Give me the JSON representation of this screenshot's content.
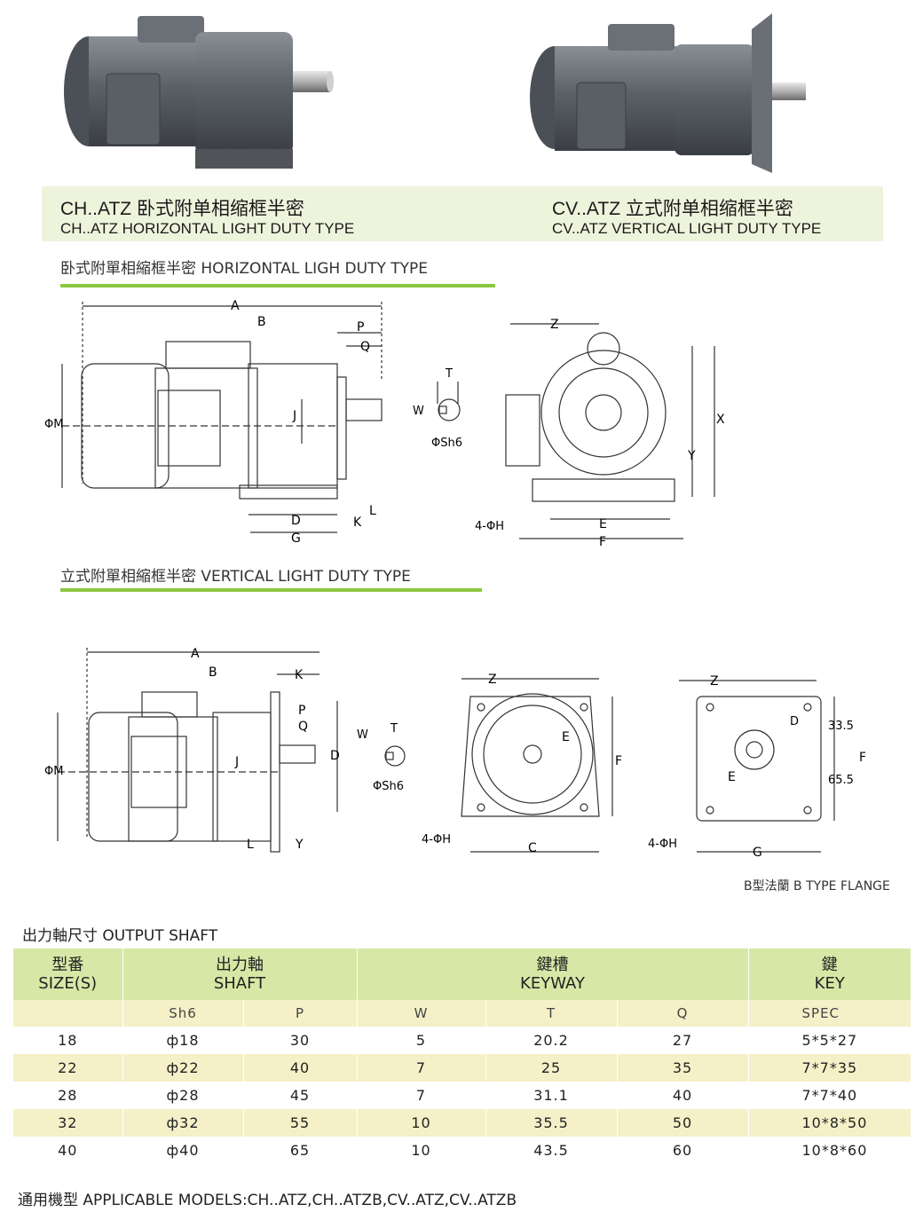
{
  "captions": {
    "horizontal": {
      "line1": "CH..ATZ 卧式附单相缩框半密",
      "line2": "CH..ATZ HORIZONTAL LIGHT DUTY TYPE"
    },
    "vertical": {
      "line1": "CV..ATZ 立式附单相缩框半密",
      "line2": "CV..ATZ VERTICAL LIGHT DUTY TYPE"
    }
  },
  "sections": {
    "horizontal_title": "卧式附單相縮框半密 HORIZONTAL LIGH DUTY TYPE",
    "vertical_title": "立式附單相縮框半密 VERTICAL LIGHT DUTY TYPE"
  },
  "dim_labels": {
    "A": "A",
    "B": "B",
    "P": "P",
    "Q": "Q",
    "M": "ΦM",
    "J": "J",
    "D": "D",
    "G": "G",
    "K": "K",
    "L": "L",
    "T": "T",
    "W": "W",
    "Sh6": "ΦSh6",
    "Z": "Z",
    "X": "X",
    "Y": "Y",
    "E": "E",
    "F": "F",
    "H": "4-ΦH",
    "C": "C",
    "v335": "33.5",
    "v655": "65.5"
  },
  "flange_note": "B型法蘭 B TYPE FLANGE",
  "table": {
    "title": "出力軸尺寸 OUTPUT SHAFT",
    "headers": {
      "size": {
        "zh": "型番",
        "en": "SIZE(S)"
      },
      "shaft": {
        "zh": "出力軸",
        "en": "SHAFT"
      },
      "keyway": {
        "zh": "鍵槽",
        "en": "KEYWAY"
      },
      "key": {
        "zh": "鍵",
        "en": "KEY"
      }
    },
    "subheaders": [
      "",
      "Sh6",
      "P",
      "W",
      "T",
      "Q",
      "SPEC"
    ],
    "rows": [
      [
        "18",
        "ф18",
        "30",
        "5",
        "20.2",
        "27",
        "5*5*27"
      ],
      [
        "22",
        "ф22",
        "40",
        "7",
        "25",
        "35",
        "7*7*35"
      ],
      [
        "28",
        "ф28",
        "45",
        "7",
        "31.1",
        "40",
        "7*7*40"
      ],
      [
        "32",
        "ф32",
        "55",
        "10",
        "35.5",
        "50",
        "10*8*50"
      ],
      [
        "40",
        "ф40",
        "65",
        "10",
        "43.5",
        "60",
        "10*8*60"
      ]
    ]
  },
  "footer": "通用機型 APPLICABLE MODELS:CH..ATZ,CH..ATZB,CV..ATZ,CV..ATZB"
}
